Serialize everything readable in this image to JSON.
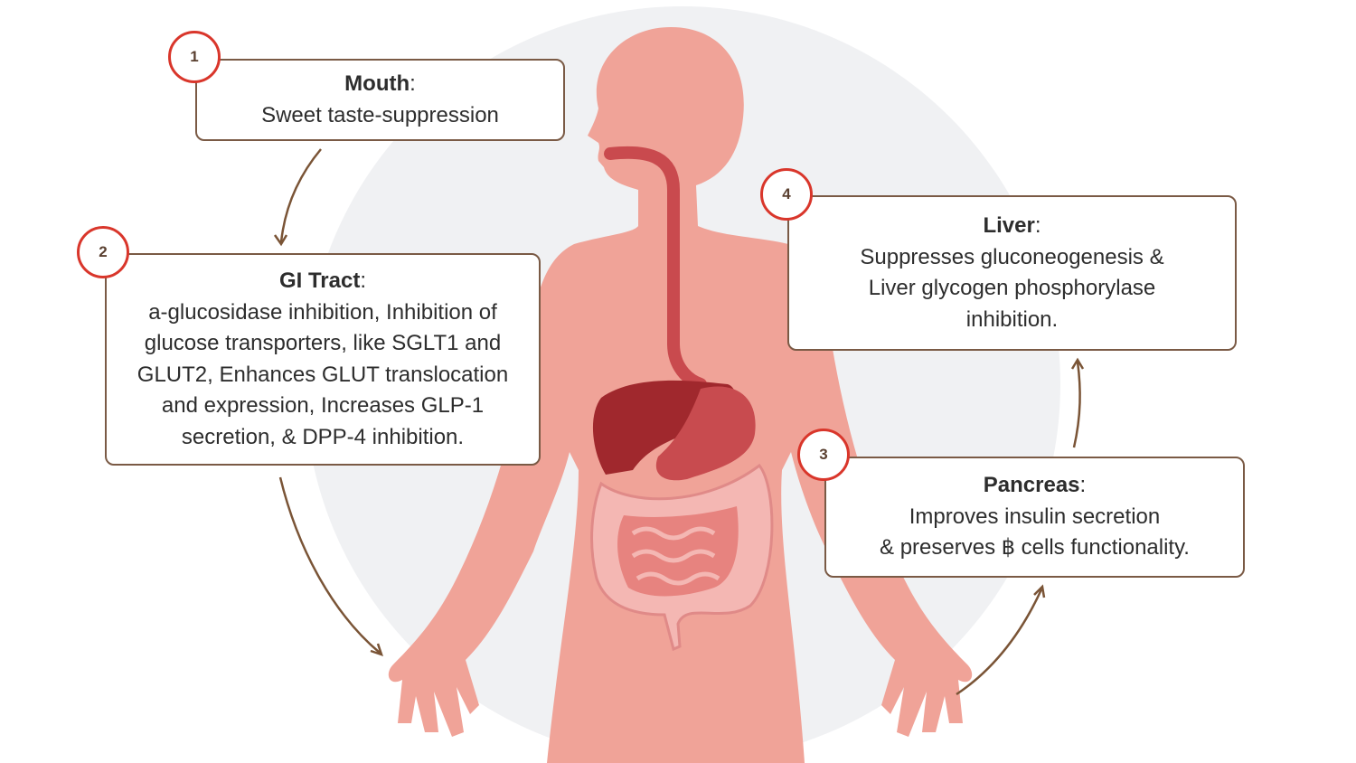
{
  "colors": {
    "accent": "#d9362b",
    "border": "#7a5a45",
    "body": "#f0a398",
    "backdrop": "#f0f1f3",
    "liver": "#a0282d"
  },
  "steps": [
    {
      "number": "1",
      "title": "Mouth",
      "colon": ":",
      "lines": [
        "Sweet taste-suppression"
      ]
    },
    {
      "number": "2",
      "title": "GI Tract",
      "colon": ":",
      "lines": [
        "a-glucosidase inhibition, Inhibition of",
        "glucose transporters, like SGLT1 and",
        "GLUT2, Enhances GLUT translocation",
        "and expression, Increases GLP-1",
        "secretion, & DPP-4 inhibition."
      ]
    },
    {
      "number": "3",
      "title": "Pancreas",
      "colon": ":",
      "lines": [
        "Improves insulin secretion",
        "& preserves ฿ cells functionality."
      ]
    },
    {
      "number": "4",
      "title": "Liver",
      "colon": ":",
      "lines": [
        "Suppresses gluconeogenesis &",
        "Liver glycogen phosphorylase",
        "inhibition."
      ]
    }
  ]
}
